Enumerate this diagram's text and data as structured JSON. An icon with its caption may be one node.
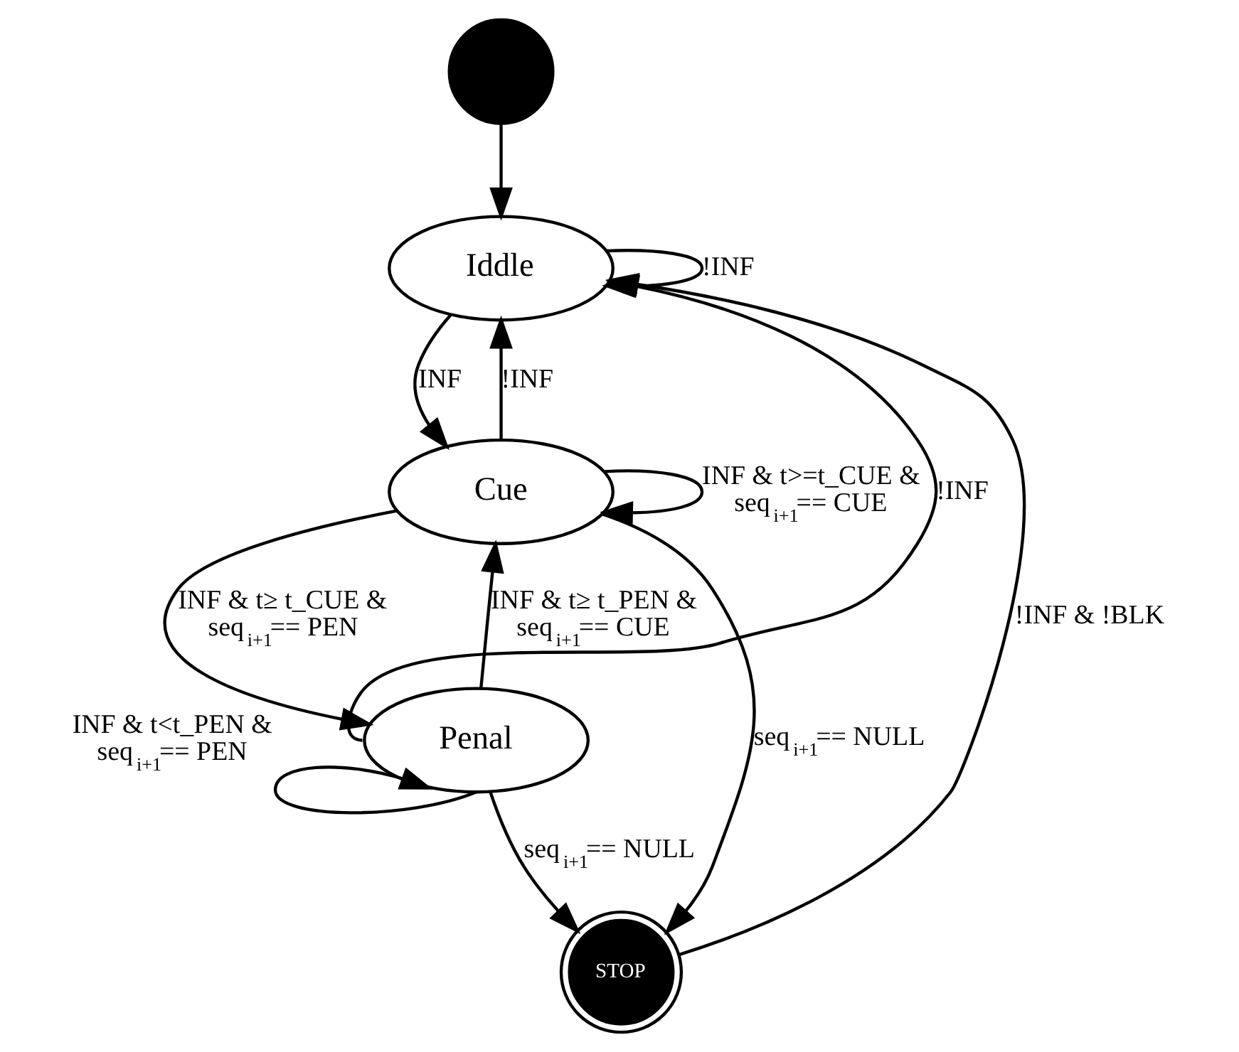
{
  "diagram": {
    "nodes": [
      {
        "text": [],
        "shape": "circle"
      },
      {
        "text": [
          "Iddle"
        ]
      },
      {
        "text": [
          "Cue"
        ]
      },
      {
        "text": [
          "Penal"
        ]
      },
      {
        "text": [
          "STOP"
        ]
      }
    ],
    "edges": [
      {
        "from": 0,
        "to": 1,
        "arrow": "to"
      },
      {
        "from": 1,
        "to": 1,
        "arrow": "to",
        "label": "!INF"
      },
      {
        "from": 1,
        "to": 2,
        "arrow": "to",
        "label": "INF"
      },
      {
        "from": 2,
        "to": 1,
        "arrow": "to",
        "label": "!INF"
      },
      {
        "from": 2,
        "to": 2,
        "arrow": "to",
        "label": "INF & t>=t_CUE & seq$_{i+1}$== CUE"
      },
      {
        "from": 2,
        "to": 3,
        "arrow": "to",
        "label": "INF & t≥ t_CUE & seq$_{i+1}$== PEN"
      },
      {
        "from": 3,
        "to": 2,
        "arrow": "to",
        "label": "INF & t≥ t_PEN & seq$_{i+1}$== CUE"
      },
      {
        "from": 2,
        "to": 4,
        "arrow": "to",
        "label": "seq$_{i+1}$== NULL"
      },
      {
        "from": 3,
        "to": 1,
        "arrow": "to",
        "label": "!INF"
      },
      {
        "from": 3,
        "to": 4,
        "arrow": "to",
        "label": "seq$_{i+1}$== NULL"
      },
      {
        "from": 3,
        "to": 3,
        "arrow": "to",
        "label": "INF & t<t_PEN & seq$_{i+1}$== PEN"
      },
      {
        "from": 4,
        "to": 1,
        "arrow": "to",
        "label": "!INF & !BLK"
      }
    ]
  }
}
